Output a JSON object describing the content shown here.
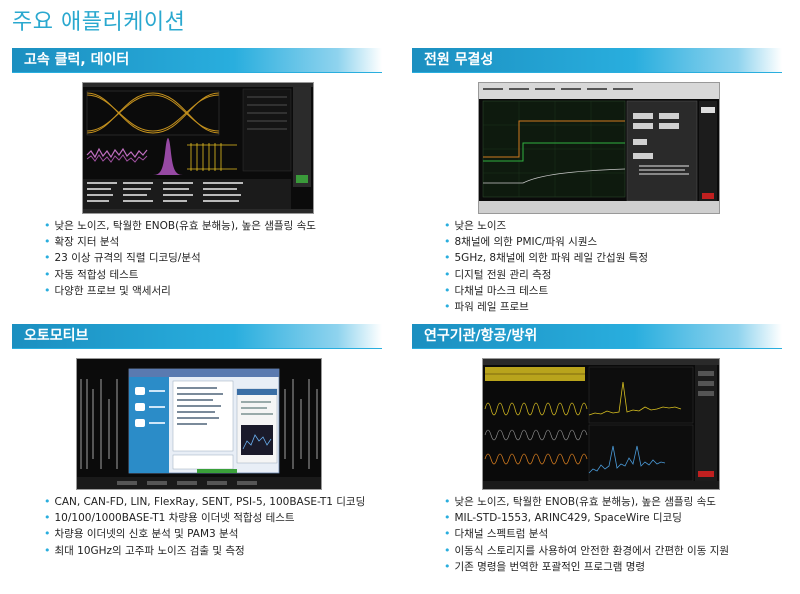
{
  "page": {
    "title": "주요 애플리케이션"
  },
  "sections": [
    {
      "title": "고속 클럭, 데이터",
      "bullets": [
        "낮은 노이즈, 탁월한 ENOB(유효 분해능), 높은 샘플링 속도",
        "확장 지터 분석",
        "23 이상 규격의 직렬 디코딩/분석",
        "자동 적합성 테스트",
        "다양한 프로브 및 액세서리"
      ]
    },
    {
      "title": "전원 무결성",
      "bullets": [
        "낮은 노이즈",
        "8채널에 의한 PMIC/파워 시퀀스",
        "5GHz, 8채널에 의한 파워 레일 간섭원 특정",
        "디지털 전원 관리 측정",
        "다채널 마스크 테스트",
        "파워 레일 프로브"
      ]
    },
    {
      "title": "오토모티브",
      "bullets": [
        "CAN, CAN-FD, LIN, FlexRay, SENT, PSI-5, 100BASE-T1 디코딩",
        "10/100/1000BASE-T1 차량용 이더넷 적합성 테스트",
        "차량용 이더넷의 신호 분석 및 PAM3 분석",
        "최대 10GHz의 고주파 노이즈 검출 및 측정"
      ]
    },
    {
      "title": "연구기관/항공/방위",
      "bullets": [
        "낮은 노이즈, 탁월한 ENOB(유효 분해능), 높은 샘플링 속도",
        "MIL-STD-1553, ARINC429, SpaceWire 디코딩",
        "다채널 스펙트럼 분석",
        "이동식 스토리지를 사용하여 안전한 환경에서 간편한 이동 지원",
        "기존 명령을 번역한 포괄적인 프로그램 명령"
      ]
    }
  ]
}
